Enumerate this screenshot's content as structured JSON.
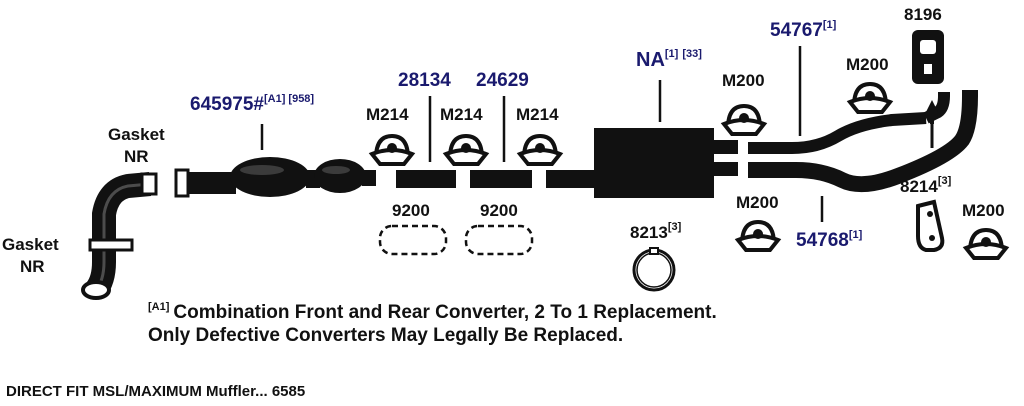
{
  "parts": {
    "gasket_upper": {
      "line1": "Gasket",
      "line2": "NR"
    },
    "gasket_lower": {
      "line1": "Gasket",
      "line2": "NR"
    },
    "converter": {
      "number": "645975#",
      "ref": "[A1] [958]"
    },
    "pipe_28134": {
      "number": "28134"
    },
    "pipe_24629": {
      "number": "24629"
    },
    "clamp_m214_1": {
      "number": "M214"
    },
    "clamp_m214_2": {
      "number": "M214"
    },
    "clamp_m214_3": {
      "number": "M214"
    },
    "gasket_9200_1": {
      "number": "9200"
    },
    "gasket_9200_2": {
      "number": "9200"
    },
    "muffler": {
      "number": "NA",
      "ref1": "[1]",
      "ref2": "[33]"
    },
    "clamp_8213": {
      "number": "8213",
      "ref": "[3]"
    },
    "tailpipe_54767": {
      "number": "54767",
      "ref": "[1]"
    },
    "tailpipe_54768": {
      "number": "54768",
      "ref": "[1]"
    },
    "clamp_m200_1": {
      "number": "M200"
    },
    "clamp_m200_2": {
      "number": "M200"
    },
    "clamp_m200_3": {
      "number": "M200"
    },
    "clamp_m200_4": {
      "number": "M200"
    },
    "hanger_8196": {
      "number": "8196"
    },
    "hanger_8214": {
      "number": "8214",
      "ref": "[3]"
    }
  },
  "footnote": {
    "ref": "[A1]",
    "line1": "Combination Front and Rear Converter, 2 To 1 Replacement.",
    "line2": "Only Defective Converters May Legally Be Replaced."
  },
  "footer": {
    "text": "DIRECT FIT MSL/MAXIMUM Muffler... 6585"
  },
  "colors": {
    "part_number_blue": "#1a1a6e",
    "ink": "#111111"
  }
}
